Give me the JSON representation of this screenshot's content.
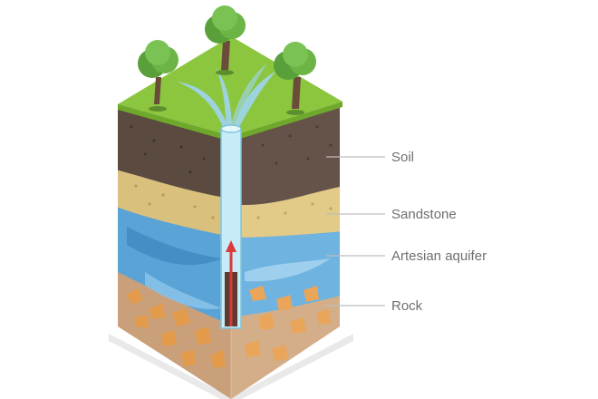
{
  "labels": {
    "soil": "Soil",
    "sandstone": "Sandstone",
    "aquifer": "Artesian aquifer",
    "rock": "Rock"
  },
  "colors": {
    "grass": "#8cc63f",
    "soil": "#5b4a40",
    "sandstone": "#d9c17d",
    "aquifer": "#5aa3d6",
    "rock": "#c9a07a",
    "pipe": "#a8dff0",
    "water_spray": "#9fd5ef",
    "arrow": "#d93b3b",
    "label_text": "#6f6f6f"
  },
  "icons": [
    "tree-icon",
    "tree-icon",
    "tree-icon",
    "water-spray-icon",
    "upward-arrow-icon"
  ]
}
